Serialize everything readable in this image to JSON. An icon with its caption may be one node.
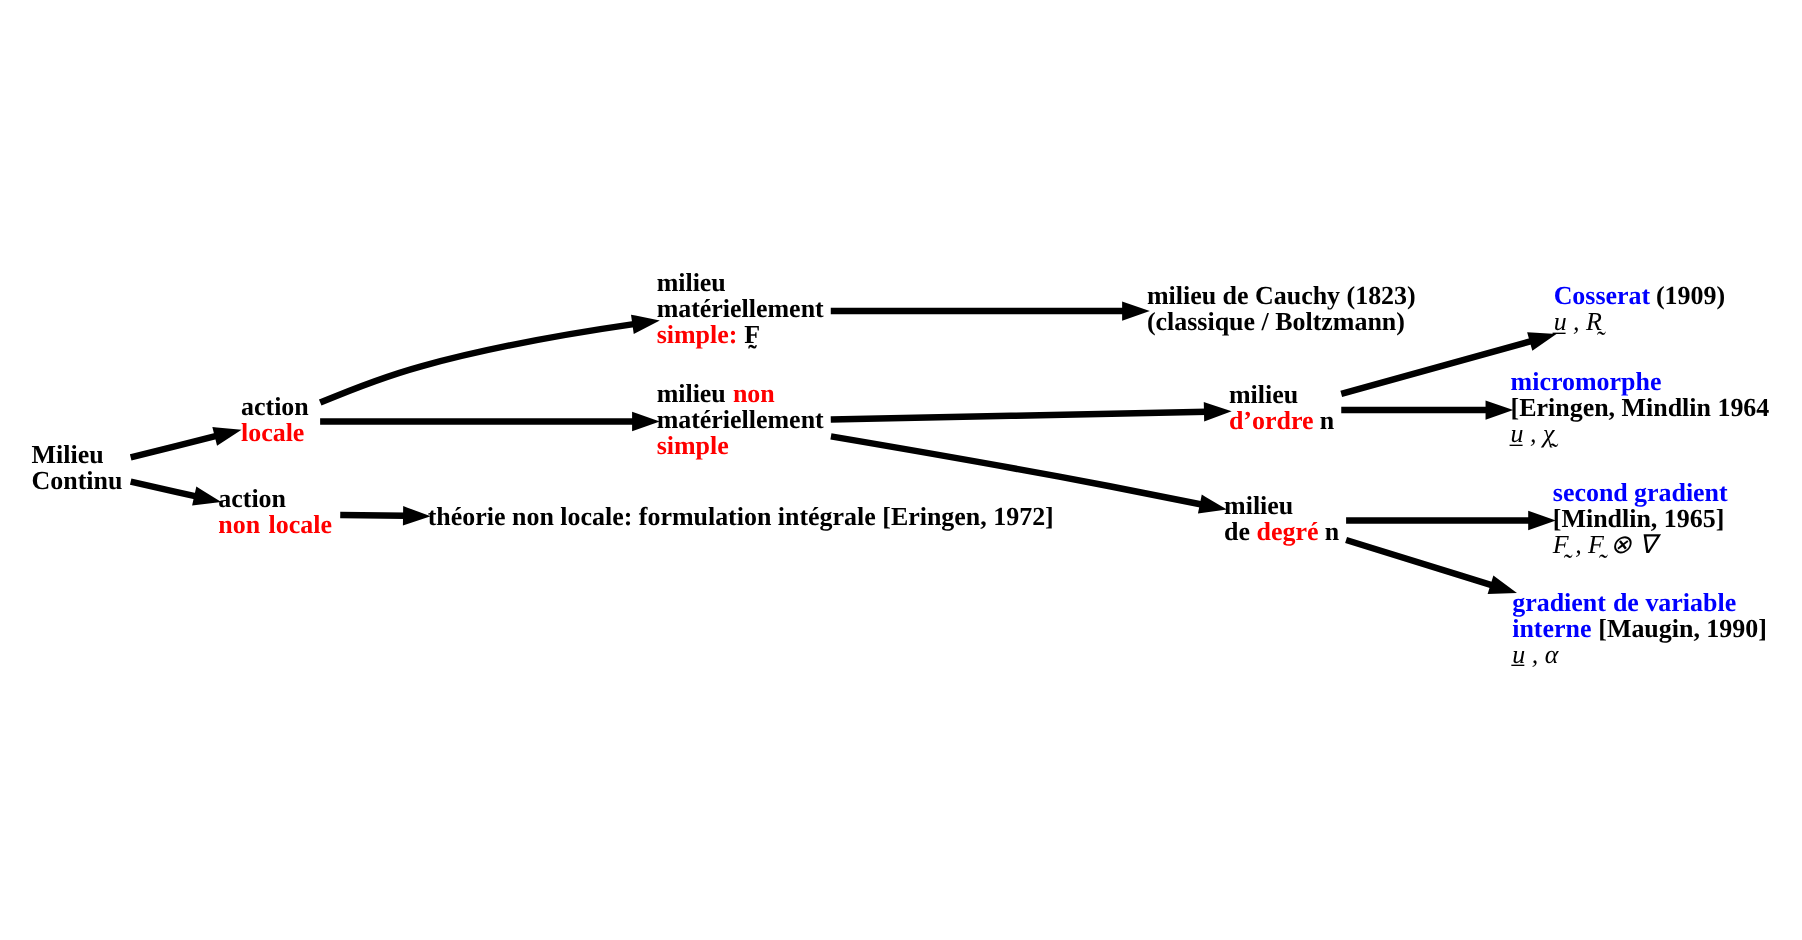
{
  "diagram": {
    "nodes": [
      {
        "text": [
          "Milieu Continu"
        ]
      },
      {
        "text": [
          "action locale"
        ]
      },
      {
        "text": [
          "action non locale"
        ]
      },
      {
        "text": [
          "milieu matériellement simple: F̰"
        ]
      },
      {
        "text": [
          "milieu de Cauchy (1823) (classique / Boltzmann)"
        ]
      },
      {
        "text": [
          "milieu non matériellement simple"
        ]
      },
      {
        "text": [
          "milieu d’ordre n"
        ]
      },
      {
        "text": [
          "milieu de degré n"
        ]
      },
      {
        "text": [
          "Cosserat (1909)",
          "u̲ , R̰"
        ]
      },
      {
        "text": [
          "micromorphe [Eringen, Mindlin 1964",
          "u̲ , χ̰"
        ]
      },
      {
        "text": [
          "second gradient [Mindlin, 1965]",
          "F̰ , F̰ ⊗ ∇"
        ]
      },
      {
        "text": [
          "gradient de variable interne [Maugin, 1990]",
          "u̲ , α"
        ]
      },
      {
        "text": [
          "théorie non locale: formulation intégrale [Eringen, 1972]"
        ]
      }
    ],
    "edges": [
      {
        "from": 0,
        "to": 1,
        "arrow": "to"
      },
      {
        "from": 0,
        "to": 2,
        "arrow": "to"
      },
      {
        "from": 1,
        "to": 3,
        "arrow": "to"
      },
      {
        "from": 1,
        "to": 5,
        "arrow": "to"
      },
      {
        "from": 3,
        "to": 4,
        "arrow": "to"
      },
      {
        "from": 5,
        "to": 6,
        "arrow": "to"
      },
      {
        "from": 5,
        "to": 7,
        "arrow": "to"
      },
      {
        "from": 6,
        "to": 8,
        "arrow": "to"
      },
      {
        "from": 6,
        "to": 9,
        "arrow": "to"
      },
      {
        "from": 7,
        "to": 10,
        "arrow": "to"
      },
      {
        "from": 7,
        "to": 11,
        "arrow": "to"
      },
      {
        "from": 2,
        "to": 12,
        "arrow": "to"
      }
    ]
  }
}
